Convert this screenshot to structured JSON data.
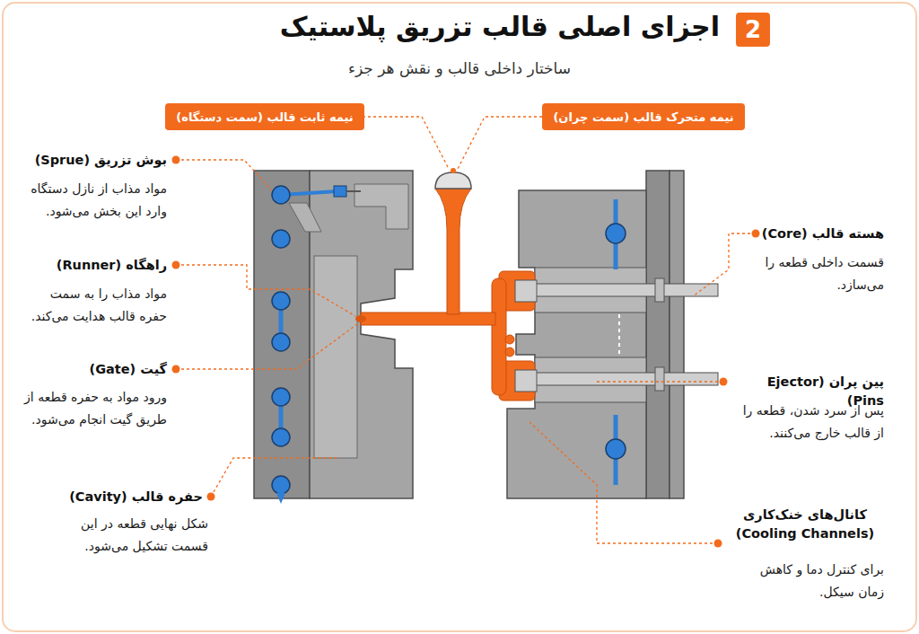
{
  "diagram": {
    "title": "اجزای اصلی قالب تزریق پلاستیک",
    "caption": "ساختار داخلی قالب و نقش هر جزء",
    "nodes": [
      {
        "text": [
          "2"
        ]
      },
      {
        "text": [
          "نیمه ثابت قالب (سمت دستگاه)"
        ]
      },
      {
        "text": [
          "نیمه متحرک قالب (سمت چران)"
        ]
      }
    ],
    "labels": [
      "بوش تزریق (Sprue)",
      "مواد مذاب از نازل دستگاه وارد این بخش می‌شود.",
      "راهگاه (Runner)",
      "مواد مذاب را به سمت حفره قالب هدایت می‌کند.",
      "گیت (Gate)",
      "ورود مواد به حفره قطعه از طریق گیت انجام می‌شود.",
      "حفره قالب (Cavity)",
      "شکل نهایی قطعه در این قسمت تشکیل می‌شود.",
      "هسته قالب (Core)",
      "قسمت داخلی قطعه را می‌سازد.",
      "پین پران (Ejector Pins)",
      "پس از سرد شدن، قطعه را از قالب خارج می‌کنند.",
      "کانال‌های خنک‌کاری (Cooling Channels)",
      "برای کنترل دما و کاهش زمان سیکل."
    ]
  }
}
